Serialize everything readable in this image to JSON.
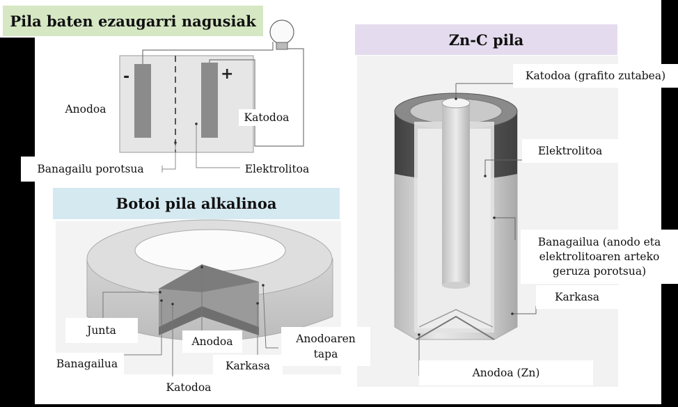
{
  "titles": {
    "main": "Pila baten ezaugarri nagusiak",
    "zn_c": "Zn-C pila",
    "button": "Botoi pila alkalinoa"
  },
  "cell": {
    "minus": "-",
    "plus": "+",
    "anode": "Anodoa",
    "cathode": "Katodoa",
    "separator": "Banagailu porotsua",
    "electrolyte": "Elektrolitoa"
  },
  "zn_c": {
    "cathode": "Katodoa (grafito  zutabea)",
    "electrolyte": "Elektrolitoa",
    "separator_l1": "Banagailua (anodo eta",
    "separator_l2": "elektrolitoaren arteko",
    "separator_l3": "geruza porotsua)",
    "casing": "Karkasa",
    "anode": "Anodoa (Zn)"
  },
  "button": {
    "gasket": "Junta",
    "anode": "Anodoa",
    "anode_cap_l1": "Anodoaren",
    "anode_cap_l2": "tapa",
    "separator": "Banagailua",
    "casing": "Karkasa",
    "cathode": "Katodoa"
  },
  "colors": {
    "main_title_bg": "#d6e7c4",
    "zn_title_bg": "#e4dcee",
    "button_title_bg": "#d5e9f1"
  }
}
